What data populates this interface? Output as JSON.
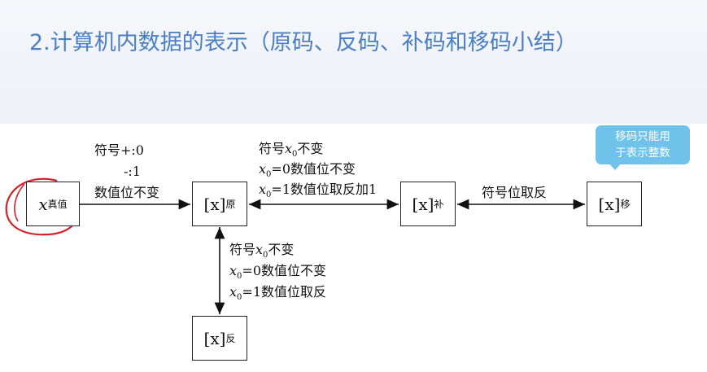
{
  "title": "2.计算机内数据的表示（原码、反码、补码和移码小结）",
  "nodes": {
    "true_value": {
      "var": "x",
      "sub": "真值"
    },
    "original": {
      "var": "[x]",
      "sub": "原"
    },
    "complement": {
      "var": "[x]",
      "sub": "补"
    },
    "biased": {
      "var": "[x]",
      "sub": "移"
    },
    "ones_complement": {
      "var": "[x]",
      "sub": "反"
    }
  },
  "labels": {
    "true_to_original": {
      "line1": "符号+:0",
      "line2": "-:1",
      "line3": "数值位不变"
    },
    "original_to_complement": {
      "line1_pre": "符号",
      "line1_var": "x",
      "line1_sub": "0",
      "line1_post": "不变",
      "line2_var": "x",
      "line2_sub": "0",
      "line2_post": "=0数值位不变",
      "line3_var": "x",
      "line3_sub": "0",
      "line3_post": "=1数值位取反加1"
    },
    "complement_to_biased": "符号位取反",
    "original_to_ones": {
      "line1_pre": "符号",
      "line1_var": "x",
      "line1_sub": "0",
      "line1_post": "不变",
      "line2_var": "x",
      "line2_sub": "0",
      "line2_post": "=0数值位不变",
      "line3_var": "x",
      "line3_sub": "0",
      "line3_post": "=1数值位取反"
    }
  },
  "note": {
    "line1": "移码只能用",
    "line2": "于表示整数"
  },
  "colors": {
    "title": "#4a7fc6",
    "note_bg": "#6fc3ea",
    "annotation": "#d8202a"
  }
}
